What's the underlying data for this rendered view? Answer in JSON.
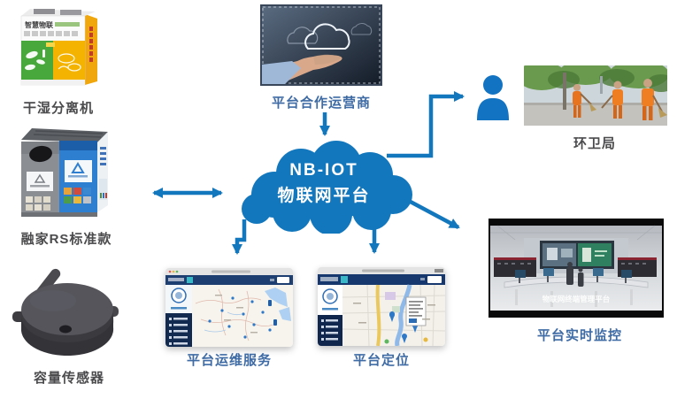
{
  "diagram_type": "IoT platform architecture diagram",
  "cloud": {
    "line1": "NB-IOT",
    "line2": "物联网平台"
  },
  "labels": {
    "dry_wet_separator": "干湿分离机",
    "rongjia_rs_standard": "融家RS标准款",
    "capacity_sensor": "容量传感器",
    "partner_operator": "平台合作运营商",
    "sanitation_bureau": "环卫局",
    "platform_ops_service": "平台运维服务",
    "platform_positioning": "平台定位",
    "platform_realtime_monitoring": "平台实时监控"
  },
  "monitor_caption": "物联网终端管理平台",
  "bin_header": "智慧物联",
  "icons": {
    "user_icon": "person-silhouette"
  },
  "colors": {
    "arrow": "#1377bd",
    "cloud": "#1377bd",
    "cloud_text": "#ffffff",
    "label_dark": "#4b4b4d",
    "label_blue": "#3f6ba5",
    "app_header_blue": "#1d3e70",
    "app_sidebar_navy": "#132a50"
  }
}
